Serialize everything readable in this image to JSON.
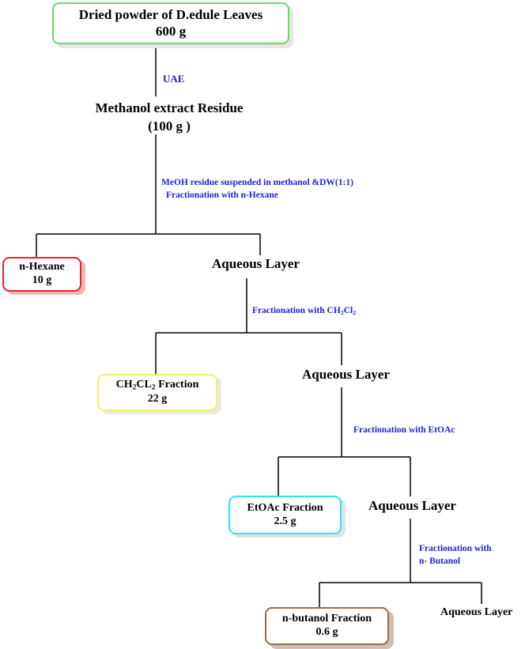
{
  "diagram": {
    "start": {
      "line1": "Dried powder of D.edule Leaves",
      "line2": "600 g"
    },
    "step_uae": "UAE",
    "methanol": {
      "line1": "Methanol extract Residue",
      "line2": "(100 g )"
    },
    "step_mehexane": {
      "line1": "MeOH residue suspended in methanol &DW(1:1)",
      "line2": "Fractionation with n-Hexane"
    },
    "hexane": {
      "line1": "n-Hexane",
      "line2": "10 g"
    },
    "aqueous1": "Aqueous Layer",
    "step_ch2cl2": {
      "prefix": "Fractionation with CH",
      "sub1": "2",
      "mid": "Cl",
      "sub2": "2"
    },
    "ch2cl2": {
      "p1": "CH",
      "s1": "2",
      "p2": "CL",
      "s2": "2",
      "p3": " Fraction",
      "line2": "22 g"
    },
    "aqueous2": "Aqueous Layer",
    "step_etoac": "Fractionation with EtOAc",
    "etoac": {
      "line1": "EtOAc Fraction",
      "line2": "2.5 g"
    },
    "aqueous3": "Aqueous Layer",
    "step_butanol": {
      "line1": "Fractionation with",
      "line2": "n- Butanol"
    },
    "butanol": {
      "line1": "n-butanol Fraction",
      "line2": "0.6 g"
    },
    "aqueous4": "Aqueous Layer"
  }
}
